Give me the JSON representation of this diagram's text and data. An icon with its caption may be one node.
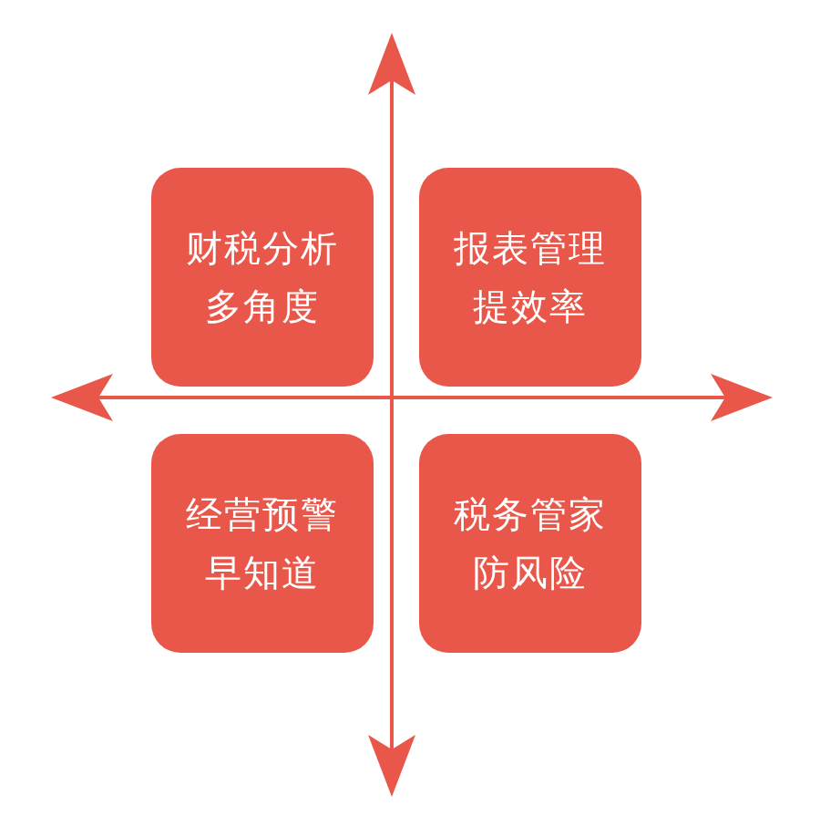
{
  "diagram": {
    "nodes": [
      {
        "text": [
          "财税分析多角度"
        ]
      },
      {
        "text": [
          "报表管理提效率"
        ]
      },
      {
        "text": [
          "经营预警早知道"
        ]
      },
      {
        "text": [
          "税务管家防风险"
        ]
      }
    ]
  }
}
